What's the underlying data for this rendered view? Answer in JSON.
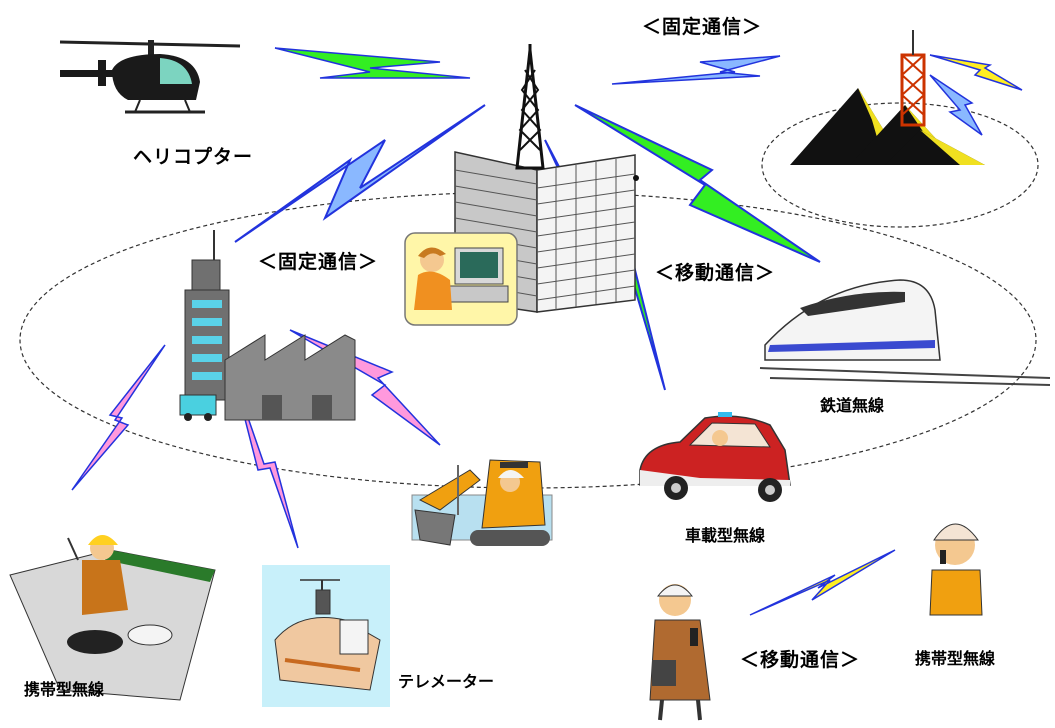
{
  "labels": {
    "helicopter": "ヘリコプター",
    "fixed_comm_top": "＜固定通信＞",
    "fixed_comm_left": "＜固定通信＞",
    "mobile_comm_center": "＜移動通信＞",
    "railway_radio": "鉄道無線",
    "vehicle_radio": "車載型無線",
    "portable_radio_left": "携帯型無線",
    "telemeter": "テレメーター",
    "mobile_comm_bottom": "＜移動通信＞",
    "portable_radio_right": "携帯型無線"
  },
  "colors": {
    "bolt_green": "#33ee22",
    "bolt_blue": "#8ab8ff",
    "bolt_yellow": "#ffee22",
    "bolt_pink": "#ff99dd",
    "bolt_outline": "#2233dd",
    "building": "#c8c8c8",
    "pyramid": "#f0e020",
    "crane": "#ffaa00",
    "telemeter_bg": "#c8f0fa"
  }
}
